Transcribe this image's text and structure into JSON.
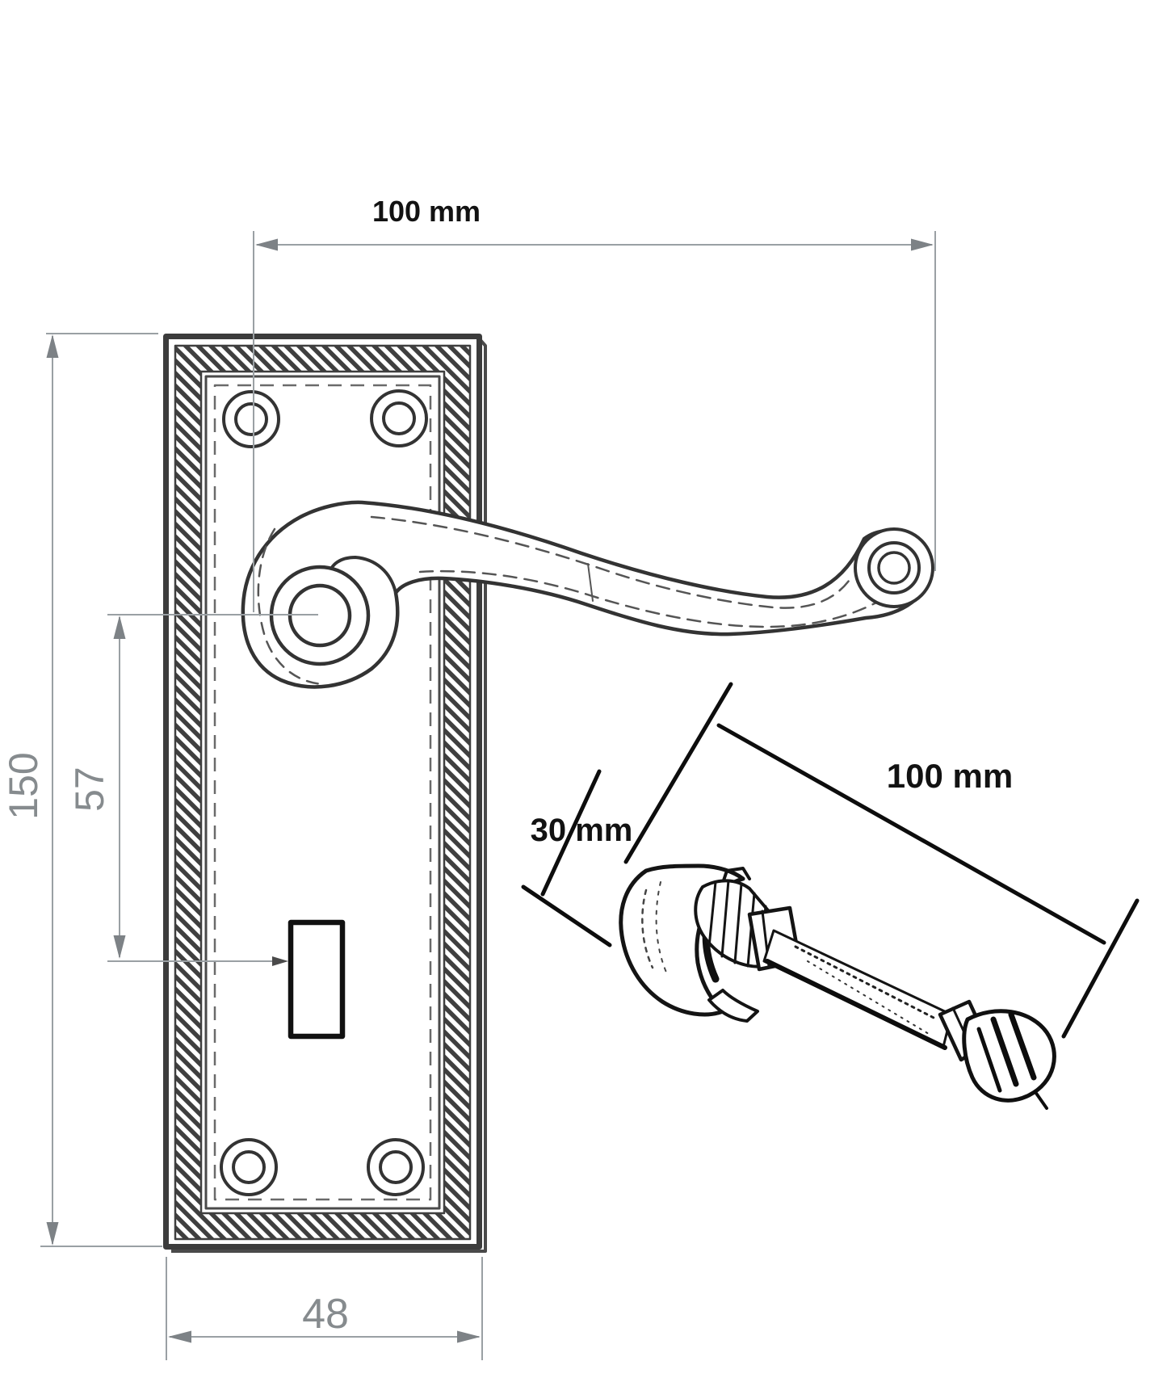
{
  "drawing_title": "Door handle with backplate and thumb-turn spindle dimension drawing",
  "colors": {
    "ink": "#2f2f2f",
    "sketch_ink": "#101010",
    "dimension_line": "#9aa0a4",
    "gray_label": "#868b8e",
    "black_label": "#121212",
    "background": "#ffffff"
  },
  "backplate": {
    "lever_length": {
      "label": "100 mm"
    },
    "plate_height": {
      "label": "150"
    },
    "handle_to_keyhole": {
      "label": "57"
    },
    "plate_width": {
      "label": "48"
    }
  },
  "spindle": {
    "turn_length": {
      "label": "30 mm"
    },
    "overall_length": {
      "label": "100 mm"
    }
  }
}
